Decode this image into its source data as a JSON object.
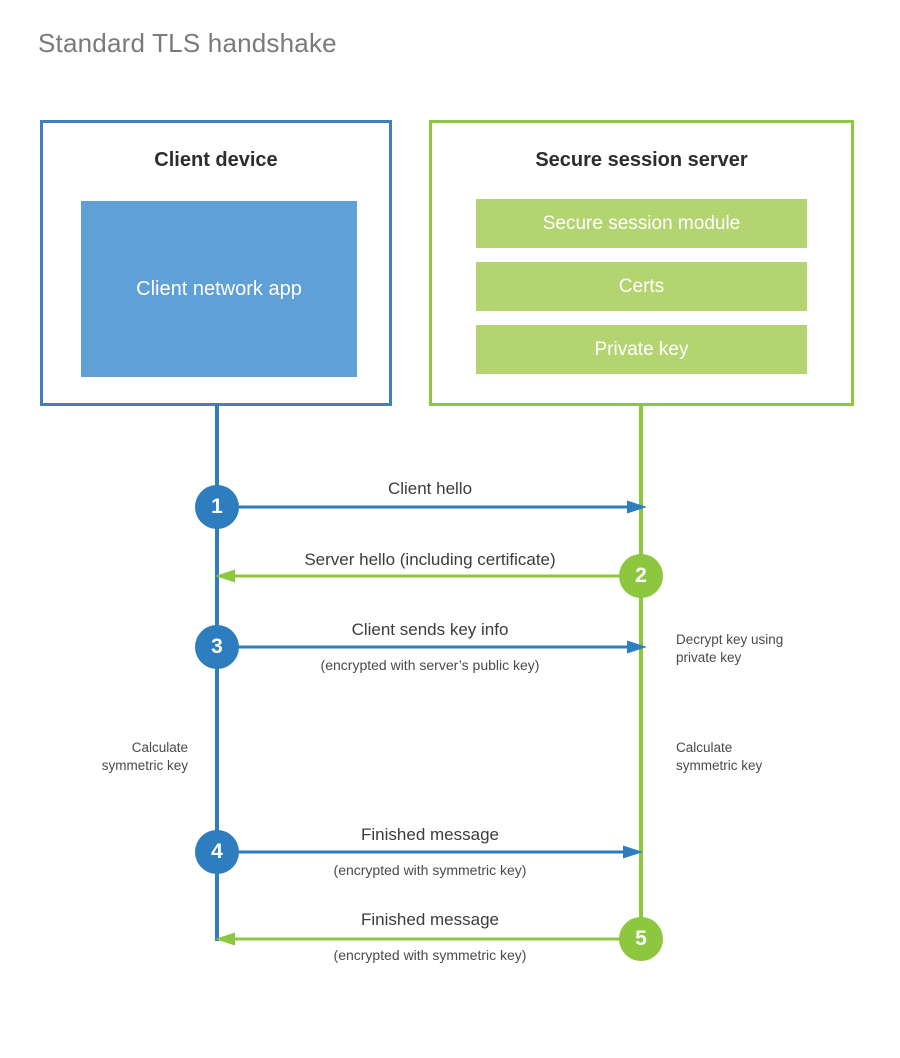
{
  "title": "Standard TLS handshake",
  "colors": {
    "client_border": "#4180c0",
    "client_line": "#2e7dbf",
    "client_block_fill": "#5fa0d7",
    "server_border": "#8dc63f",
    "server_line": "#8dc63f",
    "server_block_fill": "#b4d471",
    "title_text": "#7a7a7a",
    "body_text": "#3c3c3c"
  },
  "actors": {
    "client": {
      "title": "Client device",
      "blocks": [
        {
          "label": "Client network app"
        }
      ]
    },
    "server": {
      "title": "Secure session server",
      "blocks": [
        {
          "label": "Secure session module"
        },
        {
          "label": "Certs"
        },
        {
          "label": "Private key"
        }
      ]
    }
  },
  "steps": [
    {
      "number": "1",
      "label": "Client hello",
      "sublabel": "",
      "direction": "client-to-server",
      "color": "blue"
    },
    {
      "number": "2",
      "label": "Server hello (including certificate)",
      "sublabel": "",
      "direction": "server-to-client",
      "color": "green"
    },
    {
      "number": "3",
      "label": "Client sends key info",
      "sublabel": "(encrypted with server’s public key)",
      "direction": "client-to-server",
      "color": "blue"
    },
    {
      "number": "4",
      "label": "Finished message",
      "sublabel": "(encrypted with symmetric key)",
      "direction": "client-to-server",
      "color": "blue"
    },
    {
      "number": "5",
      "label": "Finished message",
      "sublabel": "(encrypted with symmetric key)",
      "direction": "server-to-client",
      "color": "green"
    }
  ],
  "notes": {
    "decrypt": "Decrypt key using\nprivate key",
    "client_calculate": "Calculate\nsymmetric key",
    "server_calculate": "Calculate\nsymmetric key"
  }
}
